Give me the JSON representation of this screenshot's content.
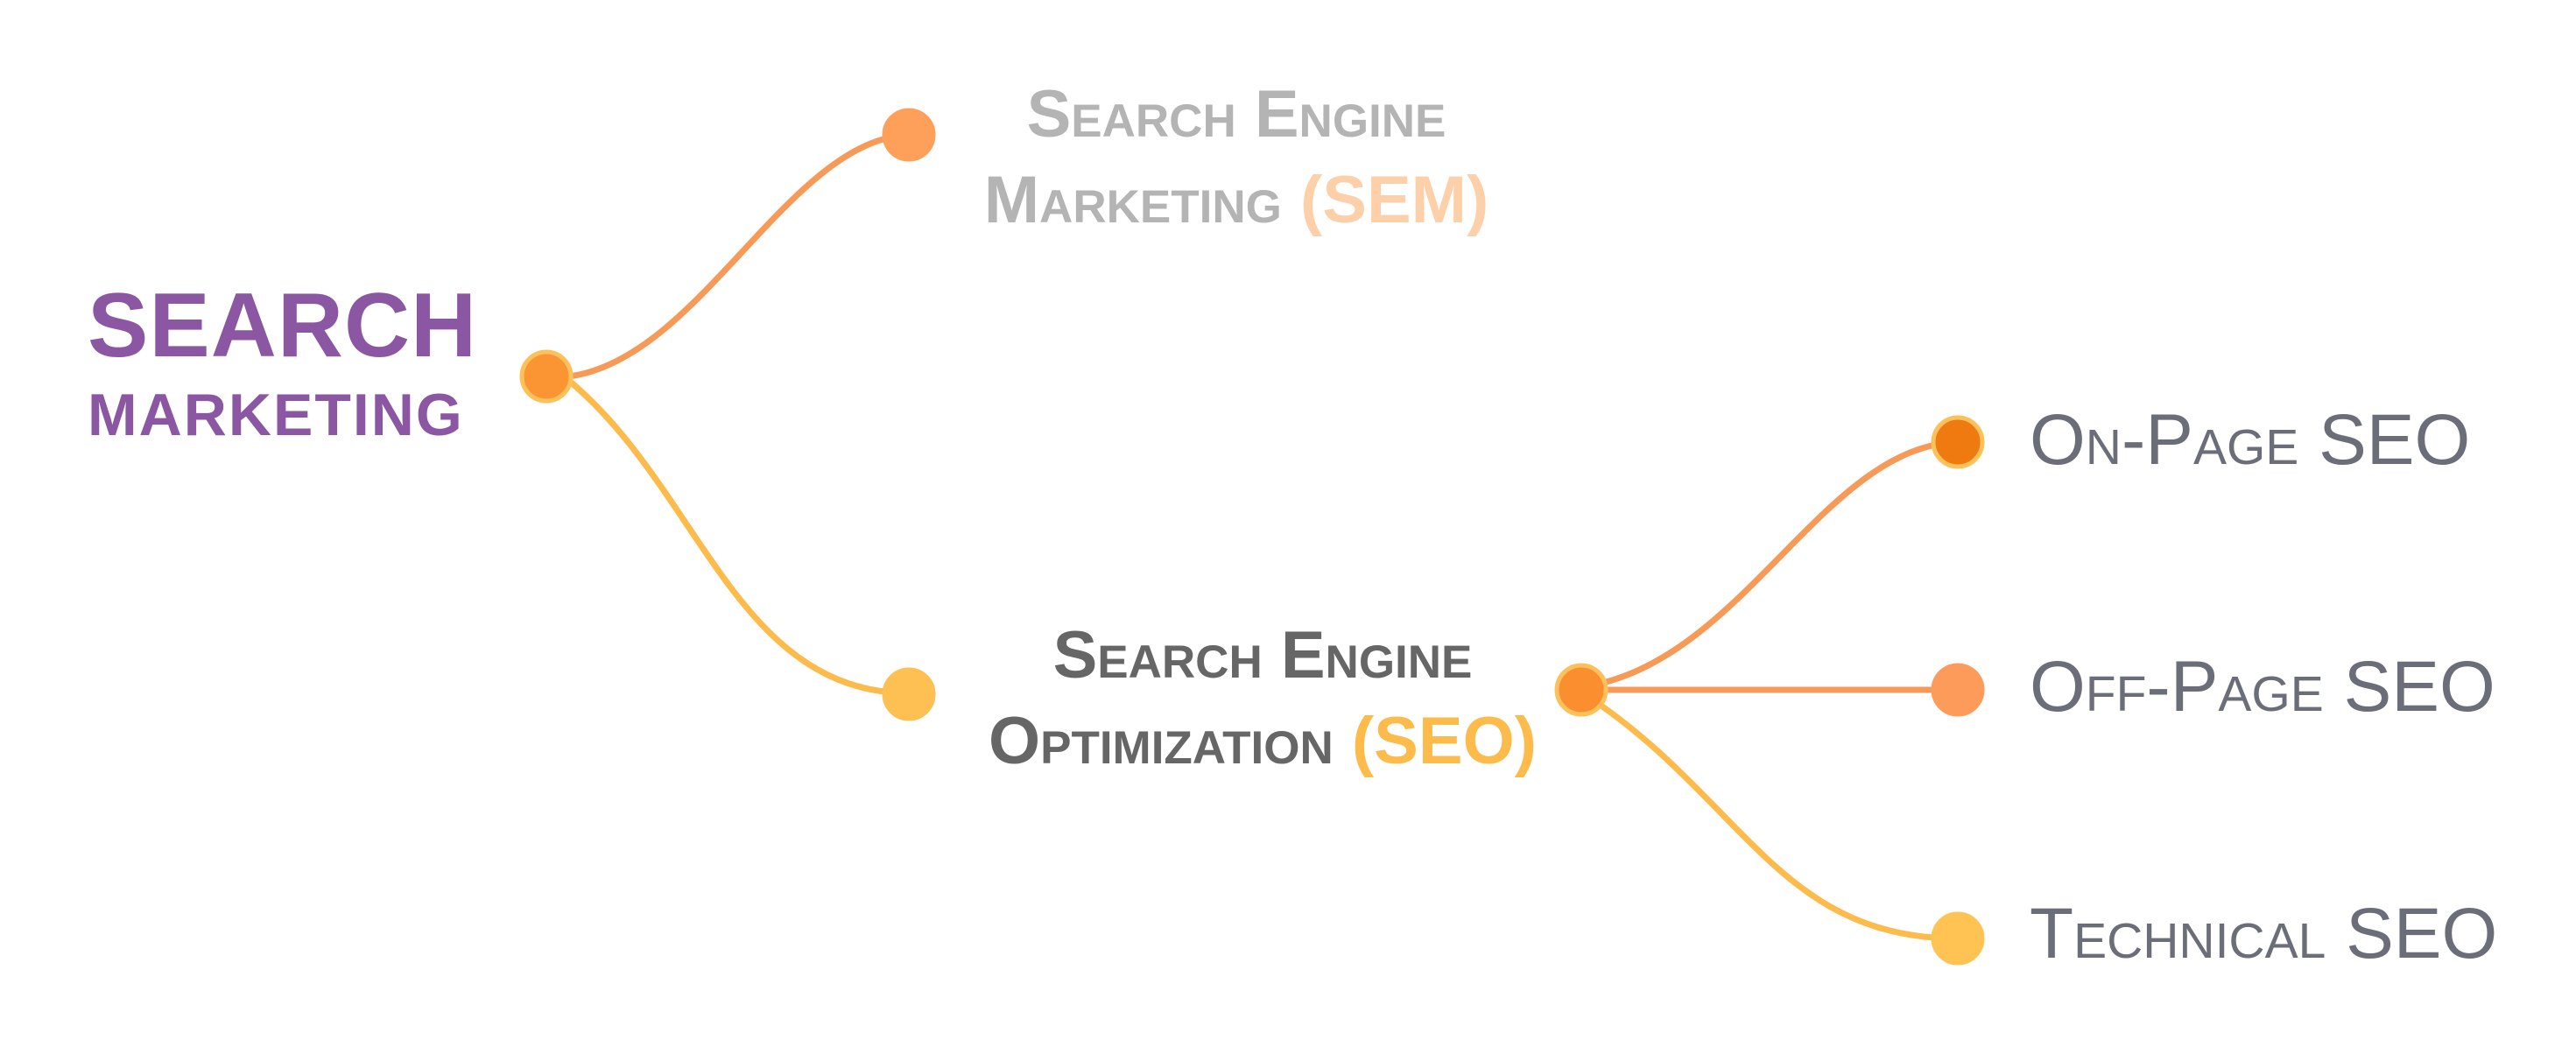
{
  "colors": {
    "root_text": "#8b57a3",
    "sem_text": "#b4b4b4",
    "sem_accent": "#fdd0aa",
    "seo_text": "#666666",
    "seo_accent": "#fcbb4b",
    "leaf_text": "#6b6e78",
    "edge_orange": "#f79a58",
    "edge_yellow": "#fcbb4b",
    "dot_root": "#fb9433",
    "dot_sem": "#fea05a",
    "dot_seo_in": "#fec052",
    "dot_seo_hub": "#fb8f2f",
    "dot_on_page": "#ee7a10",
    "dot_off_page": "#fd9c5a",
    "dot_technical": "#fec352",
    "dot_ring": "#fdc15c"
  },
  "root": {
    "line1": "SEARCH",
    "line2": "MARKETING"
  },
  "sem": {
    "line1": "Search Engine",
    "line2": "Marketing",
    "abbr": "(SEM)"
  },
  "seo": {
    "line1": "Search Engine",
    "line2": "Optimization",
    "abbr": "(SEO)"
  },
  "leaves": {
    "on_page": "On-Page SEO",
    "off_page": "Off-Page SEO",
    "technical": "Technical SEO"
  }
}
